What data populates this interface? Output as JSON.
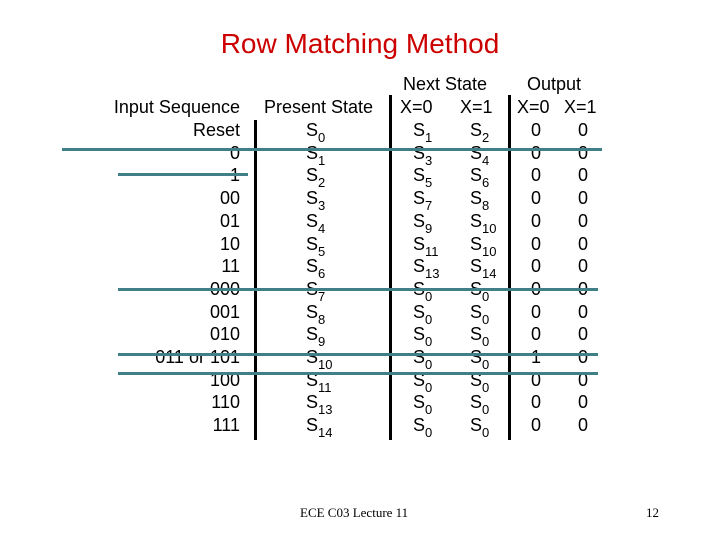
{
  "title": "Row Matching Method",
  "headers": {
    "input_sequence": "Input Sequence",
    "present_state": "Present State",
    "next_state": "Next State",
    "output": "Output",
    "ns_x0": "X=0",
    "ns_x1": "X=1",
    "out_x0": "X=0",
    "out_x1": "X=1"
  },
  "rows": [
    {
      "input": "Reset",
      "ps": "0",
      "n0": "1",
      "n1": "2",
      "o0": "0",
      "o1": "0"
    },
    {
      "input": "0",
      "ps": "1",
      "n0": "3",
      "n1": "4",
      "o0": "0",
      "o1": "0"
    },
    {
      "input": "1",
      "ps": "2",
      "n0": "5",
      "n1": "6",
      "o0": "0",
      "o1": "0"
    },
    {
      "input": "00",
      "ps": "3",
      "n0": "7",
      "n1": "8",
      "o0": "0",
      "o1": "0"
    },
    {
      "input": "01",
      "ps": "4",
      "n0": "9",
      "n1": "10",
      "o0": "0",
      "o1": "0"
    },
    {
      "input": "10",
      "ps": "5",
      "n0": "11",
      "n1": "10",
      "o0": "0",
      "o1": "0"
    },
    {
      "input": "11",
      "ps": "6",
      "n0": "13",
      "n1": "14",
      "o0": "0",
      "o1": "0"
    },
    {
      "input": "000",
      "ps": "7",
      "n0": "0",
      "n1": "0",
      "o0": "0",
      "o1": "0"
    },
    {
      "input": "001",
      "ps": "8",
      "n0": "0",
      "n1": "0",
      "o0": "0",
      "o1": "0"
    },
    {
      "input": "010",
      "ps": "9",
      "n0": "0",
      "n1": "0",
      "o0": "0",
      "o1": "0"
    },
    {
      "input": "011 or 101",
      "ps": "10",
      "n0": "0",
      "n1": "0",
      "o0": "1",
      "o1": "0"
    },
    {
      "input": "100",
      "ps": "11",
      "n0": "0",
      "n1": "0",
      "o0": "0",
      "o1": "0"
    },
    {
      "input": "110",
      "ps": "13",
      "n0": "0",
      "n1": "0",
      "o0": "0",
      "o1": "0"
    },
    {
      "input": "111",
      "ps": "14",
      "n0": "0",
      "n1": "0",
      "o0": "0",
      "o1": "0"
    }
  ],
  "state_prefix": "S",
  "footer": {
    "lecture": "ECE C03 Lecture 11",
    "page": "12"
  },
  "colors": {
    "title": "#cc0000",
    "row_lines": "#3f7f86"
  }
}
